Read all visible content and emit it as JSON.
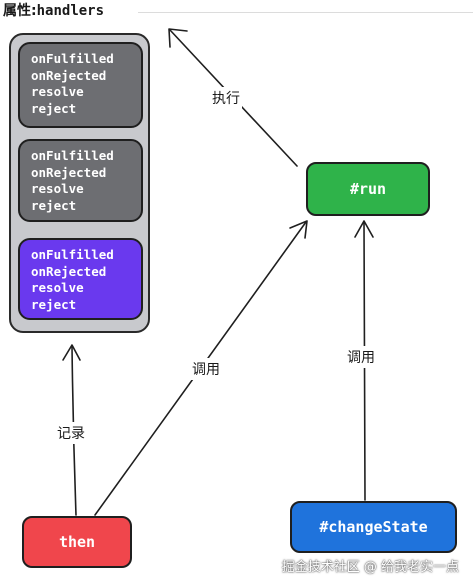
{
  "title": {
    "prefix": "属性:",
    "name": "handlers"
  },
  "handler_groups": [
    {
      "items": [
        "onFulfilled",
        "onRejected",
        "resolve",
        "reject"
      ],
      "color": "#6d6e72"
    },
    {
      "items": [
        "onFulfilled",
        "onRejected",
        "resolve",
        "reject"
      ],
      "color": "#6d6e72"
    },
    {
      "items": [
        "onFulfilled",
        "onRejected",
        "resolve",
        "reject"
      ],
      "color": "#6a39ee"
    }
  ],
  "nodes": {
    "run": {
      "label": "#run",
      "color": "#2fb34a"
    },
    "then": {
      "label": "then",
      "color": "#f0464c"
    },
    "change_state": {
      "label": "#changeState",
      "color": "#1f73dc"
    }
  },
  "edges": {
    "run_to_handlers": "执行",
    "then_to_handlers": "记录",
    "then_to_run": "调用",
    "change_state_to_run": "调用"
  },
  "watermark": "掘金技术社区 @ 给我老实一点"
}
